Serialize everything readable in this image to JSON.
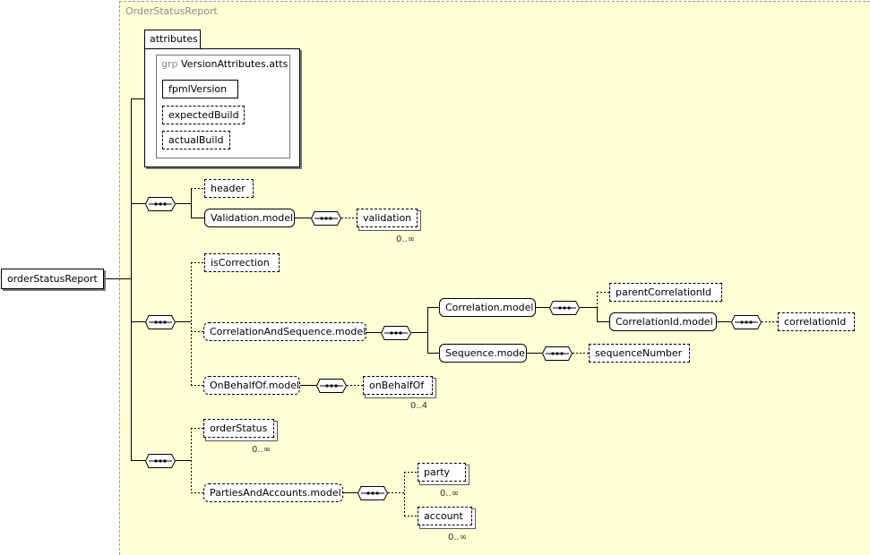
{
  "root": {
    "label": "orderStatusReport"
  },
  "type_name": "OrderStatusReport",
  "attributes": {
    "tab_label": "attributes",
    "group_keyword": "grp",
    "group_name": "VersionAttributes.atts",
    "items": [
      {
        "label": "fpmlVersion"
      },
      {
        "label": "expectedBuild"
      },
      {
        "label": "actualBuild"
      }
    ]
  },
  "nodes": {
    "header": "header",
    "validation_model": "Validation.model",
    "validation": "validation",
    "validation_card": "0..∞",
    "isCorrection": "isCorrection",
    "correlation_and_sequence_model": "CorrelationAndSequence.model",
    "correlation_model": "Correlation.model",
    "parentCorrelationId": "parentCorrelationId",
    "correlationId_model": "CorrelationId.model",
    "correlationId": "correlationId",
    "sequence_model": "Sequence.model",
    "sequenceNumber": "sequenceNumber",
    "onBehalfOf_model": "OnBehalfOf.model",
    "onBehalfOf": "onBehalfOf",
    "onBehalfOf_card": "0..4",
    "orderStatus": "orderStatus",
    "orderStatus_card": "0..∞",
    "parties_and_accounts_model": "PartiesAndAccounts.model",
    "party": "party",
    "party_card": "0..∞",
    "account": "account",
    "account_card": "0..∞"
  }
}
